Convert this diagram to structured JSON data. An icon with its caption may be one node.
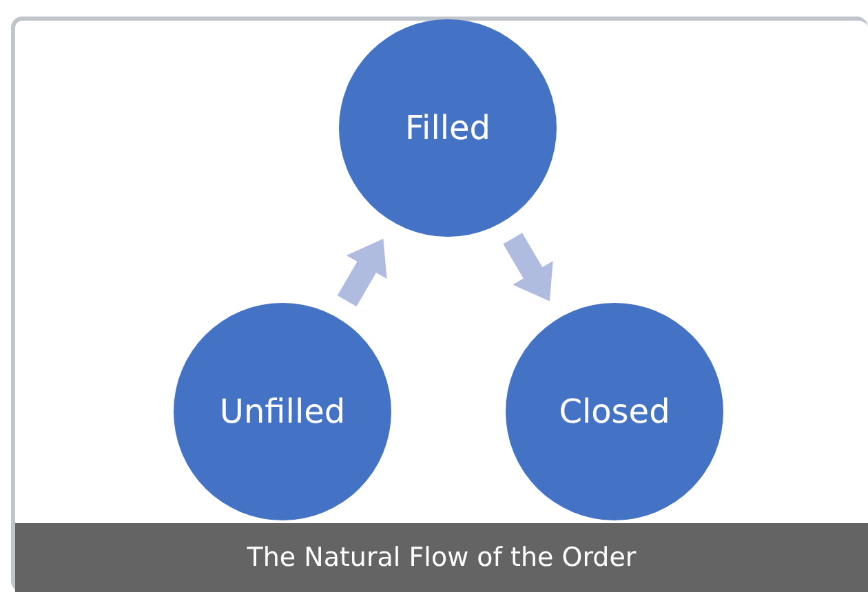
{
  "diagram": {
    "caption": "The Natural Flow of the Order",
    "nodes": [
      {
        "text": [
          "Filled"
        ]
      },
      {
        "text": [
          "Unfilled"
        ]
      },
      {
        "text": [
          "Closed"
        ]
      }
    ],
    "edges": [
      {
        "from": 1,
        "to": 0,
        "arrow": "to"
      },
      {
        "from": 0,
        "to": 2,
        "arrow": "to"
      }
    ]
  }
}
